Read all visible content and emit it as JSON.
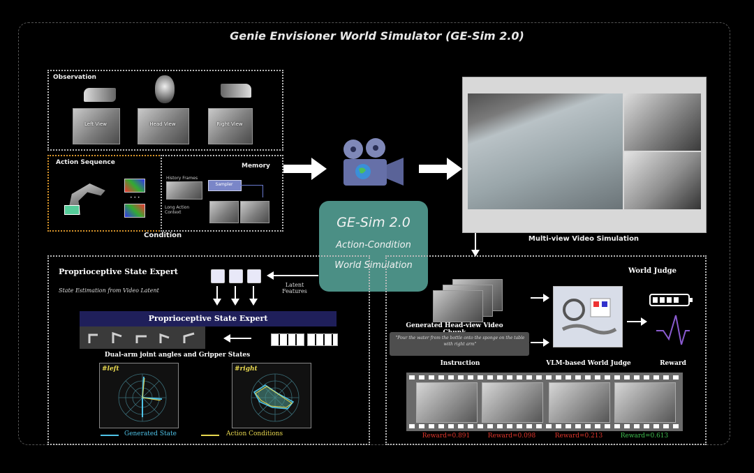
{
  "title": "Genie Envisioner World Simulator (GE-Sim 2.0)",
  "condition": {
    "label": "Condition",
    "observation": {
      "label": "Observation",
      "views": [
        "Left View",
        "Head View",
        "Right View"
      ]
    },
    "action_sequence": {
      "label": "Action Sequence"
    },
    "memory": {
      "label": "Memory",
      "history_frames": "History Frames",
      "sampler": "Sampler",
      "long_action_context": "Long Action Context"
    }
  },
  "center": {
    "line1": "GE-Sim 2.0",
    "line2": "Action-Condition",
    "line3": "World Simulation"
  },
  "video_sim": {
    "label": "Multi-view Video Simulation"
  },
  "proprio": {
    "title": "Proprioceptive State Expert",
    "subtitle": "State Estimation from Video Latent",
    "latent_features": "Latent Features",
    "expert_bar": "Proprioceptive State Expert",
    "joint_caption": "Dual-arm joint angles and Gripper States",
    "left_label": "#left",
    "right_label": "#right",
    "legend_generated": "Generated State",
    "legend_action": "Action Conditions"
  },
  "judge": {
    "title": "World Judge",
    "chunk_caption": "Generated Head-view Video Chunk",
    "instruction_text": "\"Pour the water from the bottle onto the sponge on the table with right arm\"",
    "instruction_label": "Instruction",
    "vlm_label": "VLM-based World Judge",
    "reward_label": "Reward",
    "rewards": [
      "Reward=0.891",
      "Reward=0.098",
      "Reward=0.213",
      "Reward=0.613"
    ]
  },
  "colors": {
    "teal": "#4b8f85",
    "generated": "#4fc3e8",
    "action": "#e8d84f",
    "reward_red": "#e0352b",
    "reward_green": "#3fbf4f",
    "expert_bar": "#1f1f5a",
    "orange_border": "#d9962b"
  }
}
